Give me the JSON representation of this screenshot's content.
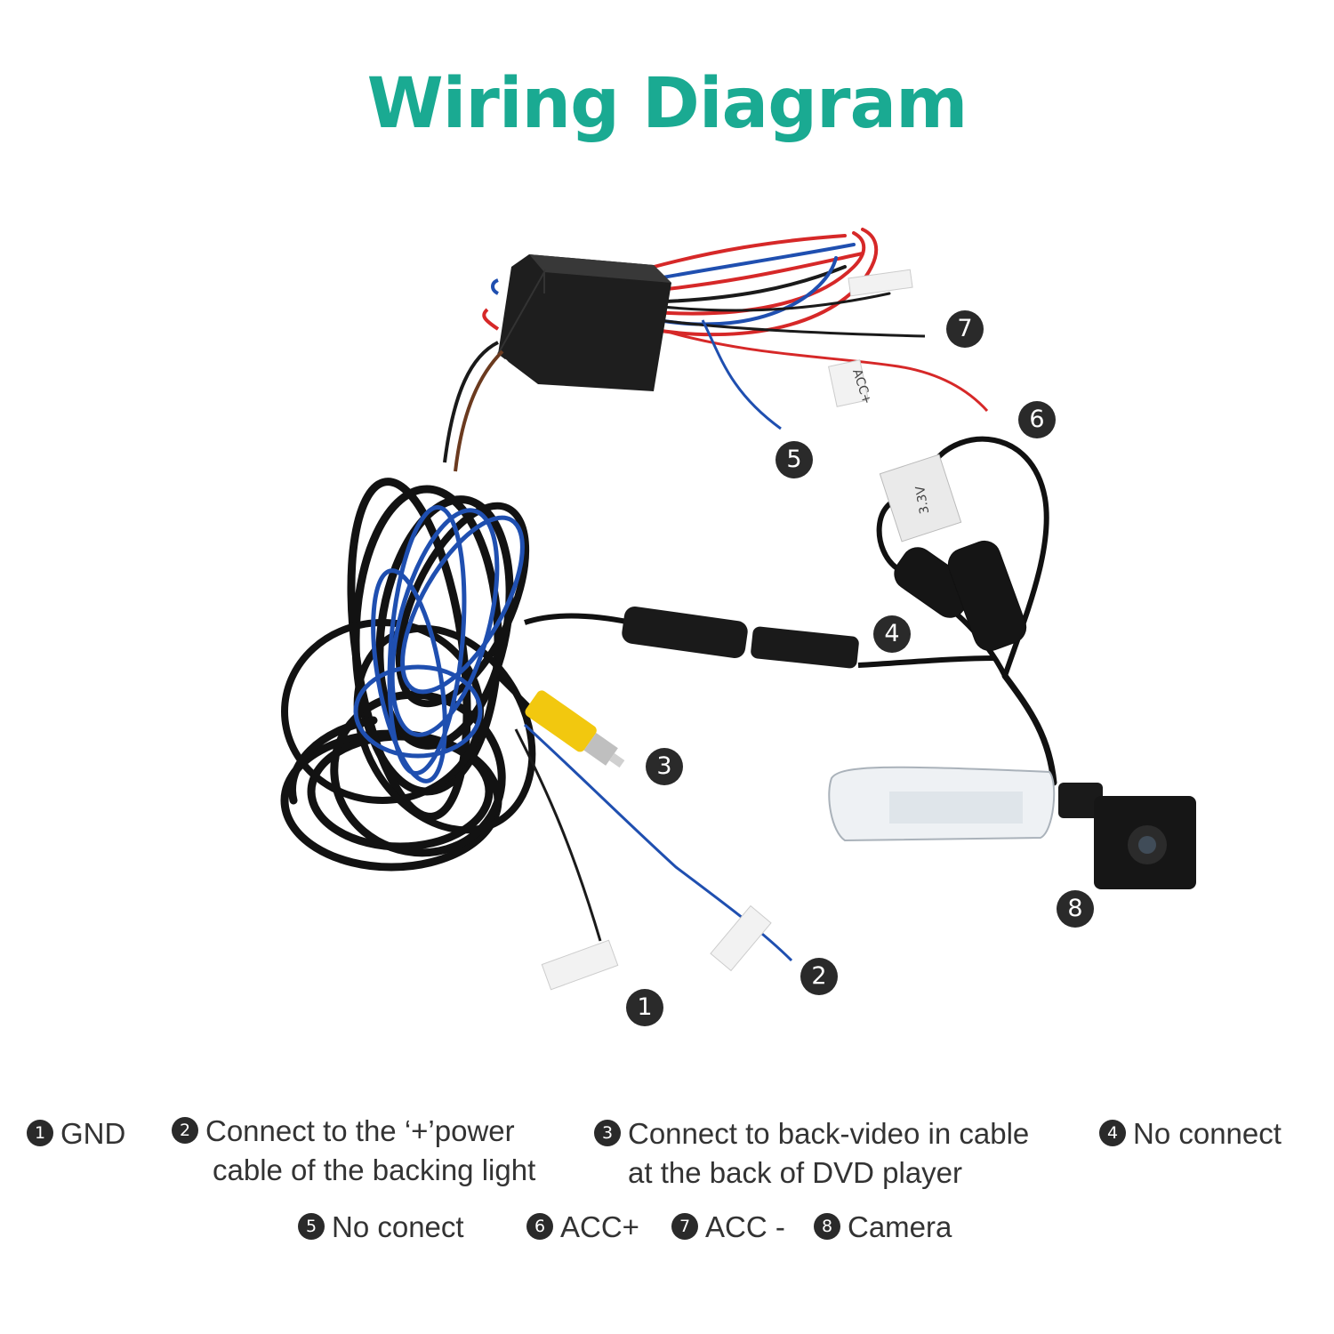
{
  "title": "Wiring Diagram",
  "tags": {
    "acc_plus": "ACC+",
    "voltage": "3.3V"
  },
  "markers": [
    "1",
    "2",
    "3",
    "4",
    "5",
    "6",
    "7",
    "8"
  ],
  "legend": [
    {
      "num": "1",
      "lines": [
        "GND"
      ]
    },
    {
      "num": "2",
      "lines": [
        "Connect to the ‘+’power",
        "cable of the backing light"
      ]
    },
    {
      "num": "3",
      "lines": [
        "Connect to back-video in cable",
        "at the back of DVD player"
      ]
    },
    {
      "num": "4",
      "lines": [
        "No connect"
      ]
    },
    {
      "num": "5",
      "lines": [
        "No conect"
      ]
    },
    {
      "num": "6",
      "lines": [
        "ACC+"
      ]
    },
    {
      "num": "7",
      "lines": [
        "ACC -"
      ]
    },
    {
      "num": "8",
      "lines": [
        "Camera"
      ]
    }
  ]
}
